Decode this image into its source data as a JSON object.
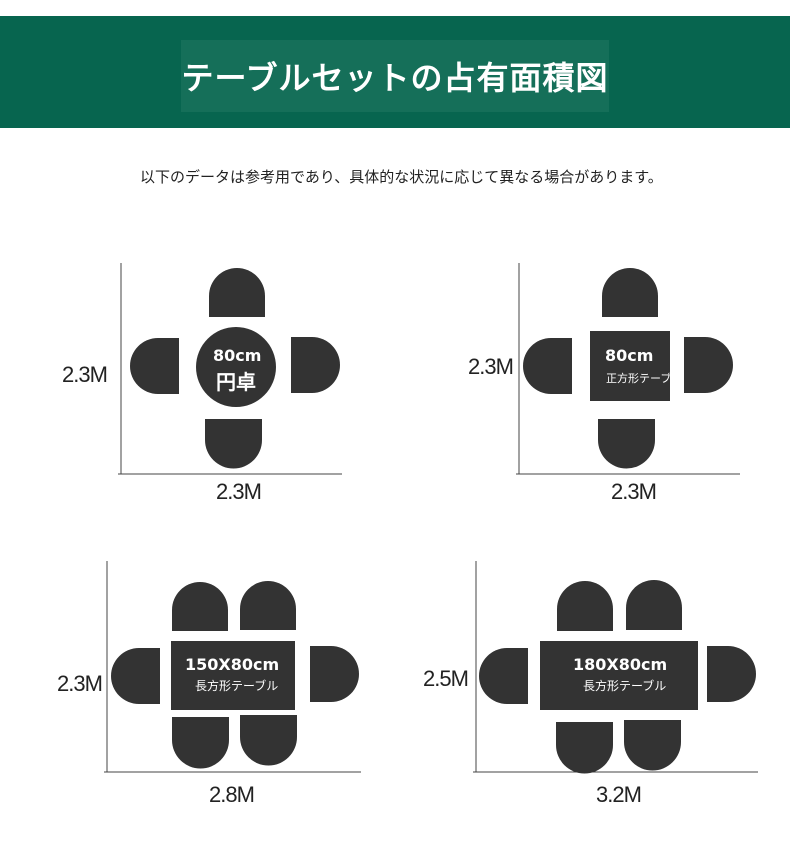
{
  "header": {
    "title": "テーブルセットの占有面積図",
    "note": "以下のデータは参考用であり、具体的な状況に応じて異なる場合があります。"
  },
  "colors": {
    "banner": "#07654f",
    "title_box": "#156f59",
    "furniture": "#333333"
  },
  "layouts": [
    {
      "id": "round-80",
      "height_label": "2.3M",
      "width_label": "2.3M",
      "table_main": "80cm",
      "table_sub": "円卓"
    },
    {
      "id": "square-80",
      "height_label": "2.3M",
      "width_label": "2.3M",
      "table_main": "80cm",
      "table_sub": "正方形テーブル"
    },
    {
      "id": "rect-150",
      "height_label": "2.3M",
      "width_label": "2.8M",
      "table_main": "150X80cm",
      "table_sub": "長方形テーブル"
    },
    {
      "id": "rect-180",
      "height_label": "2.5M",
      "width_label": "3.2M",
      "table_main": "180X80cm",
      "table_sub": "長方形テーブル"
    }
  ]
}
